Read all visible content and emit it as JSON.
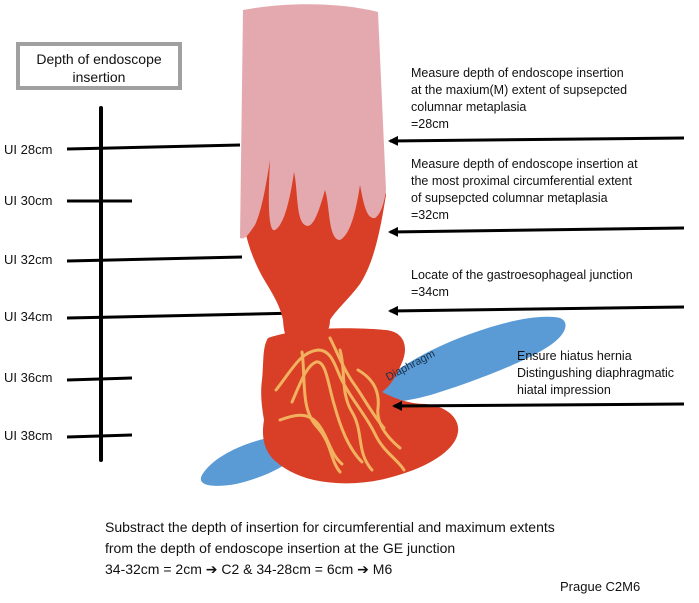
{
  "title": {
    "line1": "Depth of endoscope",
    "line2": "insertion"
  },
  "scale": {
    "ticks": [
      "UI 28cm",
      "UI 30cm",
      "UI 32cm",
      "UI 34cm",
      "UI 36cm",
      "UI 38cm"
    ]
  },
  "notes": {
    "maximum": {
      "line1": "Measure depth of endoscope insertion",
      "line2": "at the maxium(M) extent of supsepcted",
      "line3": "columnar metaplasia",
      "line4": "=28cm"
    },
    "circumferential": {
      "line1": "Measure depth of endoscope insertion at",
      "line2": "the most proximal circumferential extent",
      "line3": "of supsepcted columnar metaplasia",
      "line4": "=32cm"
    },
    "gej": {
      "line1": "Locate of the gastroesophageal junction",
      "line2": "=34cm"
    },
    "hernia": {
      "line1": "Ensure hiatus hernia",
      "line2": "Distingushing diaphragmatic",
      "line3": "hiatal impression"
    }
  },
  "labels": {
    "diaphragm": "Diaphragm"
  },
  "summary": {
    "line1": "Substract the depth of insertion for circumferential and maximum extents",
    "line2": "from the depth of endoscope insertion at the GE junction",
    "line3": "34-32cm = 2cm ➔ C2   & 34-28cm = 6cm ➔ M6"
  },
  "classification": "Prague C2M6",
  "colors": {
    "metaplasia_pink": "#e4a9ae",
    "gastric_red": "#d83f26",
    "diaphragm_blue": "#5b9bd5",
    "rugae_orange": "#f1b15e",
    "scale_black": "#000000"
  }
}
